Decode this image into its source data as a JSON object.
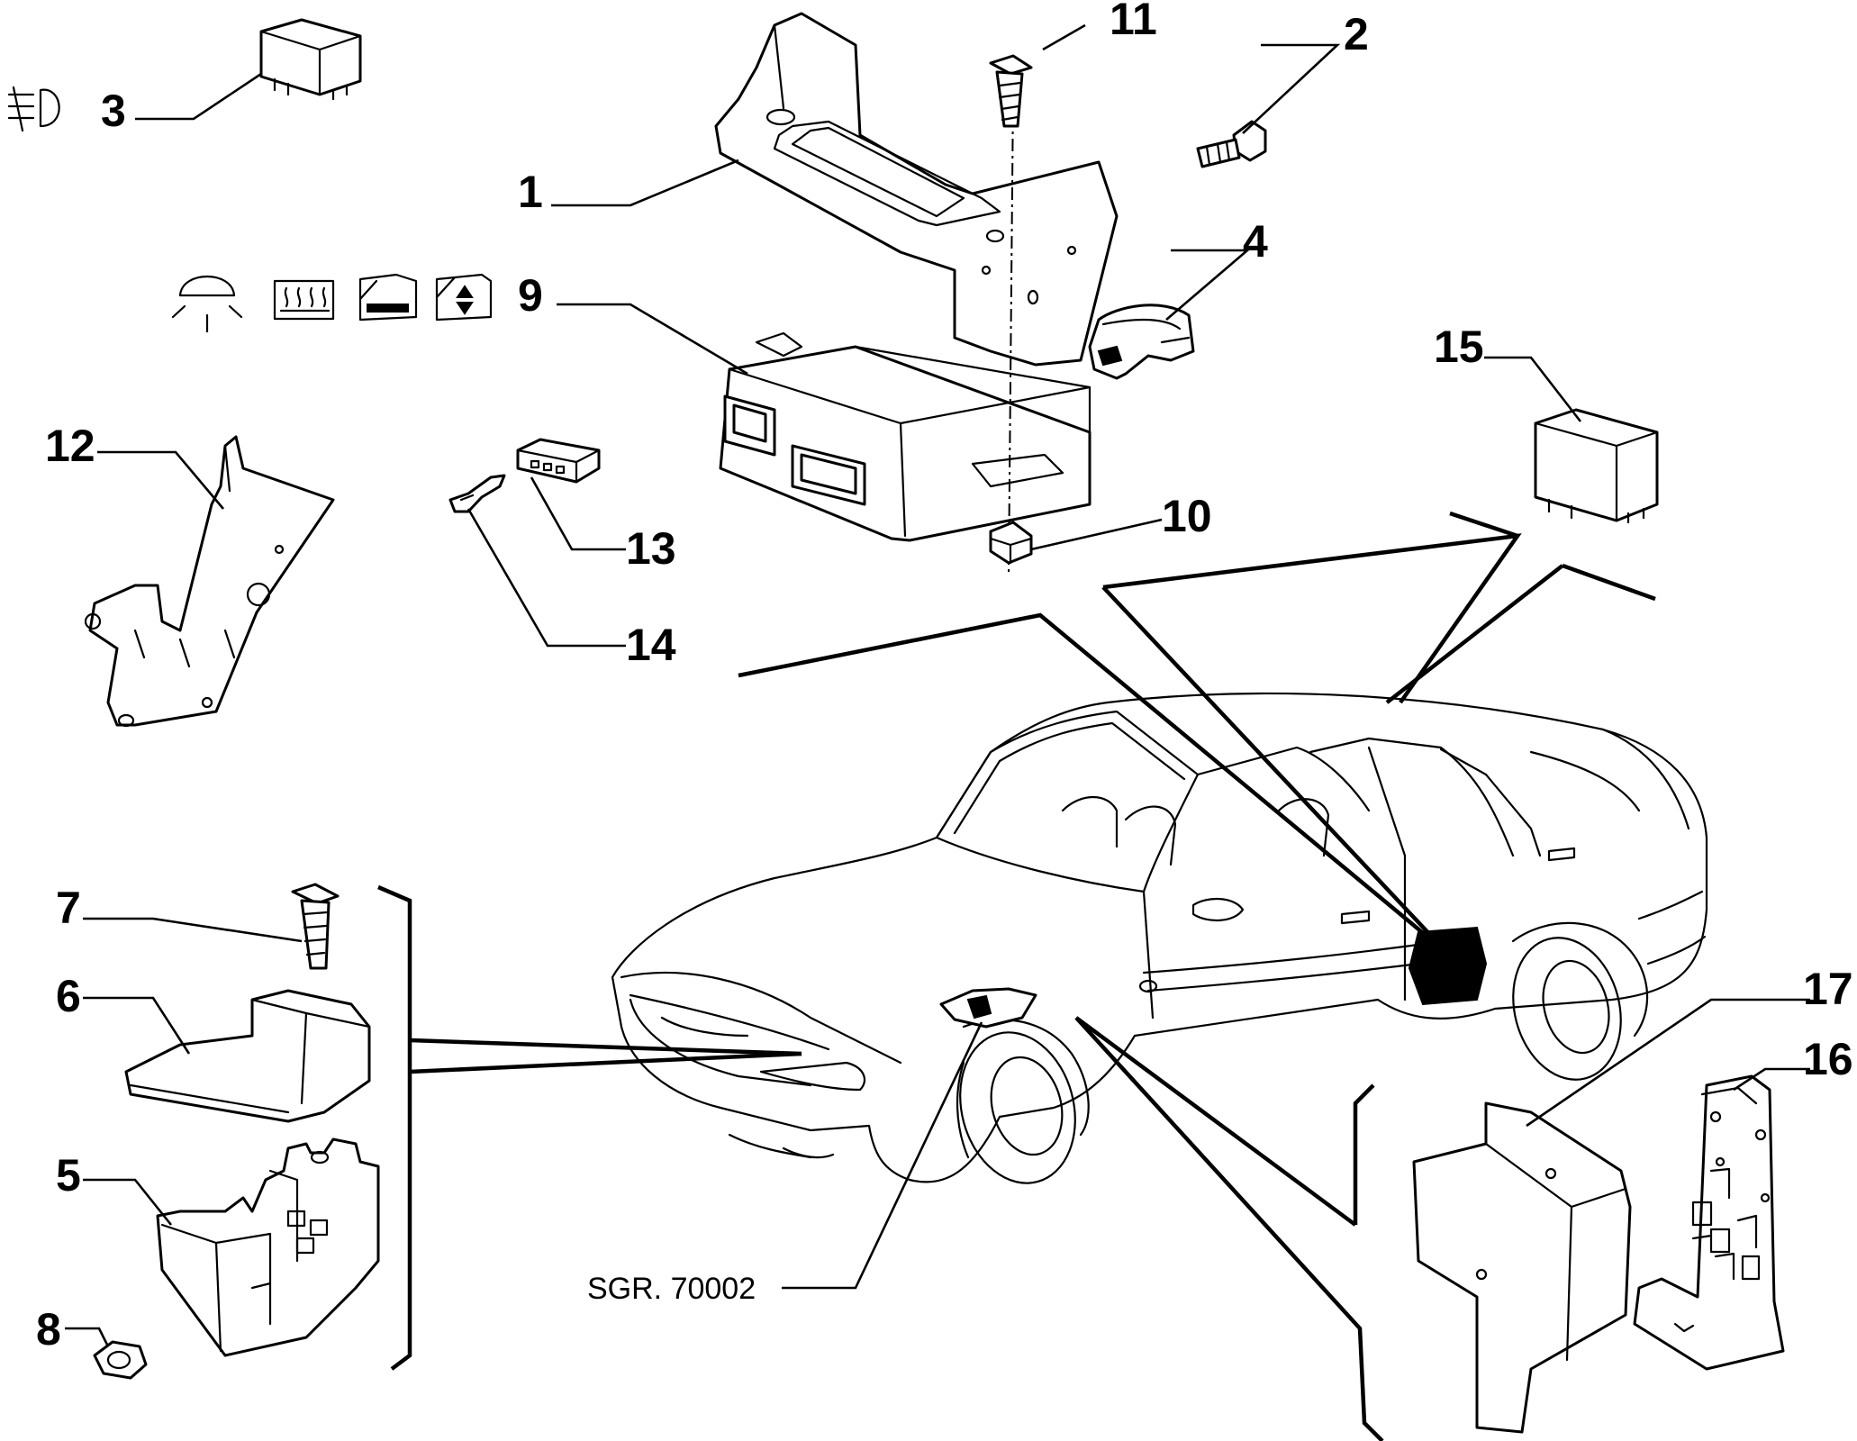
{
  "diagram": {
    "reference": "SGR. 70002",
    "callouts": [
      {
        "id": "1",
        "label": "1"
      },
      {
        "id": "2",
        "label": "2"
      },
      {
        "id": "3",
        "label": "3"
      },
      {
        "id": "4",
        "label": "4"
      },
      {
        "id": "5",
        "label": "5"
      },
      {
        "id": "6",
        "label": "6"
      },
      {
        "id": "7",
        "label": "7"
      },
      {
        "id": "8",
        "label": "8"
      },
      {
        "id": "9",
        "label": "9"
      },
      {
        "id": "10",
        "label": "10"
      },
      {
        "id": "11",
        "label": "11"
      },
      {
        "id": "12",
        "label": "12"
      },
      {
        "id": "13",
        "label": "13"
      },
      {
        "id": "14",
        "label": "14"
      },
      {
        "id": "15",
        "label": "15"
      },
      {
        "id": "16",
        "label": "16"
      },
      {
        "id": "17",
        "label": "17"
      }
    ],
    "function_icons": [
      "fog-light-icon",
      "interior-light-icon",
      "rear-window-defrost-icon",
      "door-lock-icon",
      "power-window-icon"
    ]
  }
}
